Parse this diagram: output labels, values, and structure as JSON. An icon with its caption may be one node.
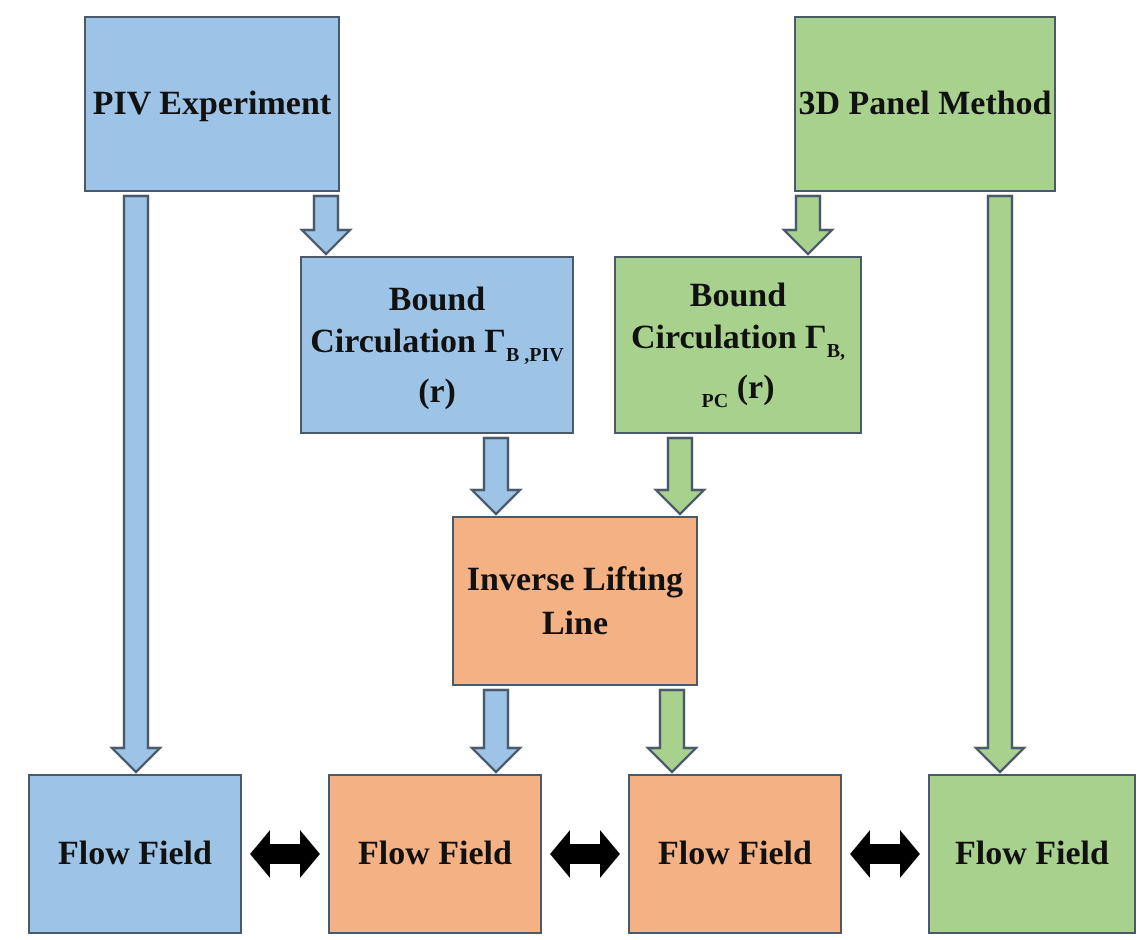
{
  "diagram": {
    "nodes": [
      {
        "text": [
          "PIV Experiment"
        ]
      },
      {
        "text": [
          "3D Panel Method"
        ]
      },
      {
        "text": [
          "Bound Circulation Γ$_{B ,PIV}$ (r)"
        ]
      },
      {
        "text": [
          "Bound Circulation Γ$_{B, PC}$ (r)"
        ]
      },
      {
        "text": [
          "Inverse Lifting Line"
        ]
      },
      {
        "text": [
          "Flow Field"
        ]
      },
      {
        "text": [
          "Flow Field"
        ]
      },
      {
        "text": [
          "Flow Field"
        ]
      },
      {
        "text": [
          "Flow Field"
        ]
      }
    ],
    "edges": [
      {
        "from": 0,
        "to": 5,
        "arrow": "to",
        "color": "#9dc3e6"
      },
      {
        "from": 0,
        "to": 2,
        "arrow": "to",
        "color": "#9dc3e6"
      },
      {
        "from": 1,
        "to": 3,
        "arrow": "to",
        "color": "#a9d18e"
      },
      {
        "from": 1,
        "to": 8,
        "arrow": "to",
        "color": "#a9d18e"
      },
      {
        "from": 2,
        "to": 4,
        "arrow": "to",
        "color": "#9dc3e6"
      },
      {
        "from": 3,
        "to": 4,
        "arrow": "to",
        "color": "#a9d18e"
      },
      {
        "from": 4,
        "to": 6,
        "arrow": "to",
        "color": "#9dc3e6"
      },
      {
        "from": 4,
        "to": 7,
        "arrow": "to",
        "color": "#a9d18e"
      },
      {
        "from": 5,
        "to": 6,
        "arrow": "both",
        "color": "#000000"
      },
      {
        "from": 6,
        "to": 7,
        "arrow": "both",
        "color": "#000000"
      },
      {
        "from": 7,
        "to": 8,
        "arrow": "both",
        "color": "#000000"
      }
    ]
  }
}
